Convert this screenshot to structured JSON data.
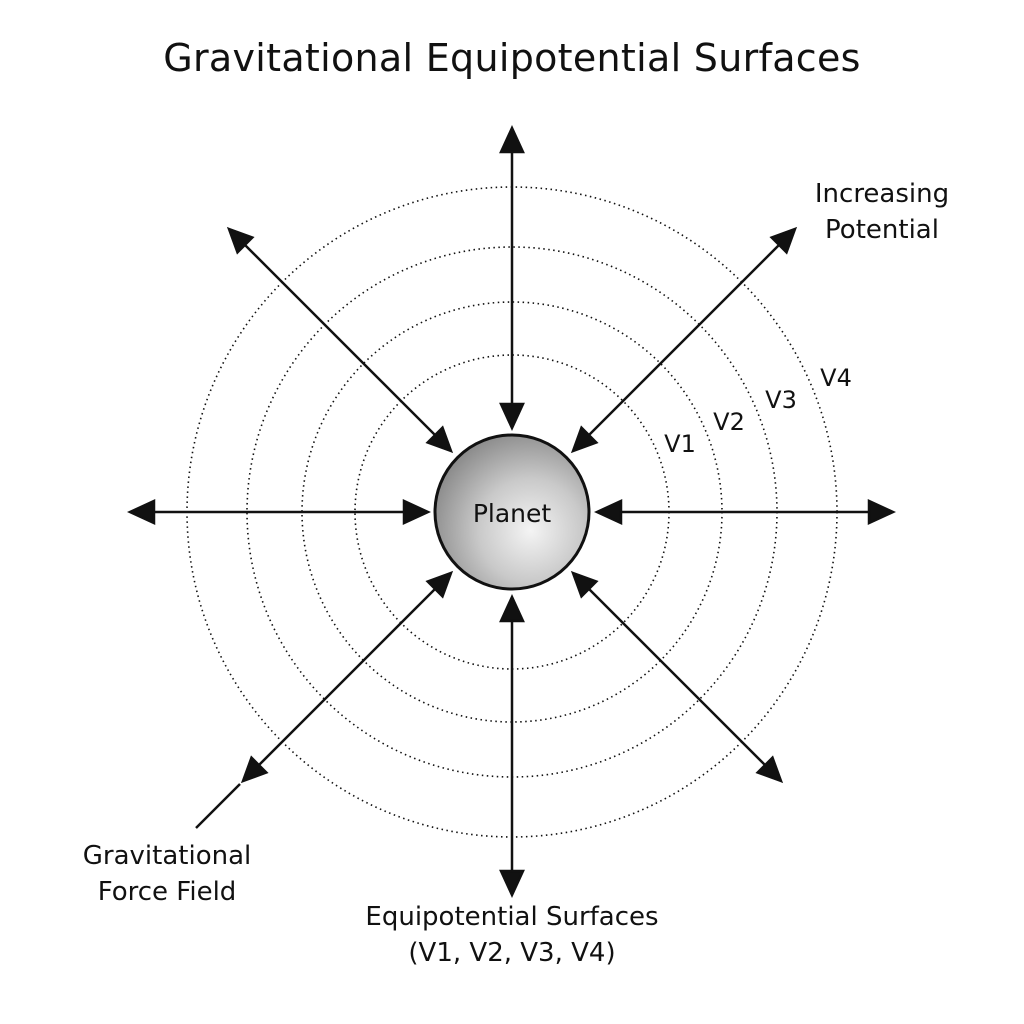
{
  "title": "Gravitational Equipotential Surfaces",
  "planet_label": "Planet",
  "surfaces": [
    "V1",
    "V2",
    "V3",
    "V4"
  ],
  "increasing_potential": [
    "Increasing",
    "Potential"
  ],
  "force_field_label": [
    "Gravitational",
    "Force Field"
  ],
  "equipotential_label": [
    "Equipotential Surfaces",
    "(V1, V2, V3, V4)"
  ],
  "colors": {
    "line": "#111111",
    "planet_light": "#f2f2f2",
    "planet_dark": "#7a7a7a",
    "background": "#ffffff"
  }
}
